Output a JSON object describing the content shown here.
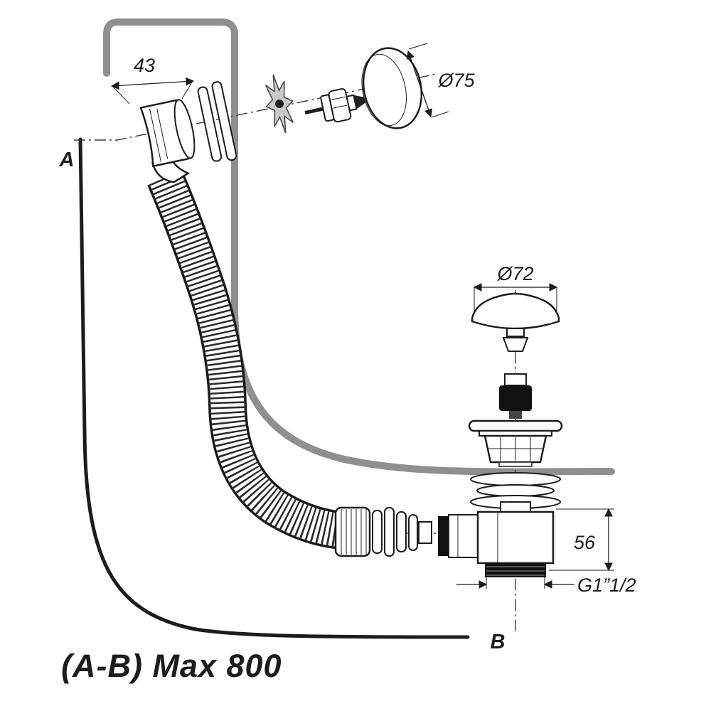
{
  "annotations": {
    "point_a": "A",
    "point_b": "B",
    "note": "(A-B) Max 800"
  },
  "dimensions": {
    "overflow_width": "43",
    "cover_diameter": "Ø75",
    "plug_diameter": "Ø72",
    "tee_height": "56",
    "thread_size": "G1”1/2"
  },
  "colors": {
    "line": "#1c1c1c",
    "cable": "#8f8f8f",
    "fill_dark": "#111111",
    "background": "#ffffff"
  }
}
